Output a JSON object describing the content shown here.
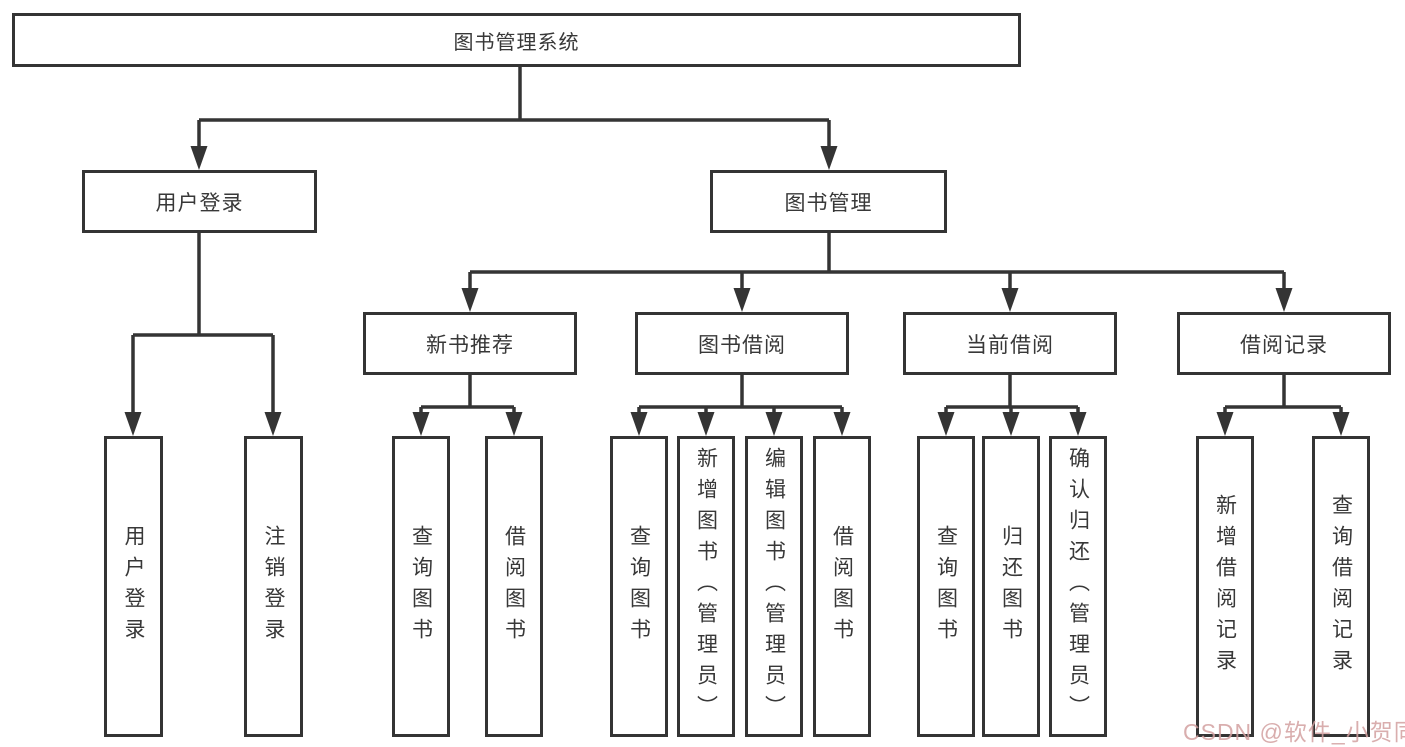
{
  "diagram": {
    "watermark": "CSDN @软件_小贺同学",
    "line_color": "#343434",
    "box_border_color": "#343434",
    "text_color": "#383838",
    "tree": {
      "label": "图书管理系统",
      "children": [
        {
          "label": "用户登录",
          "children": [
            {
              "label": "用户登录"
            },
            {
              "label": "注销登录"
            }
          ]
        },
        {
          "label": "图书管理",
          "children": [
            {
              "label": "新书推荐",
              "children": [
                {
                  "label": "查询图书"
                },
                {
                  "label": "借阅图书"
                }
              ]
            },
            {
              "label": "图书借阅",
              "children": [
                {
                  "label": "查询图书"
                },
                {
                  "label": "新增图书（管理员）"
                },
                {
                  "label": "编辑图书（管理员）"
                },
                {
                  "label": "借阅图书"
                }
              ]
            },
            {
              "label": "当前借阅",
              "children": [
                {
                  "label": "查询图书"
                },
                {
                  "label": "归还图书"
                },
                {
                  "label": "确认归还（管理员）"
                }
              ]
            },
            {
              "label": "借阅记录",
              "children": [
                {
                  "label": "新增借阅记录"
                },
                {
                  "label": "查询借阅记录"
                }
              ]
            }
          ]
        }
      ]
    }
  }
}
